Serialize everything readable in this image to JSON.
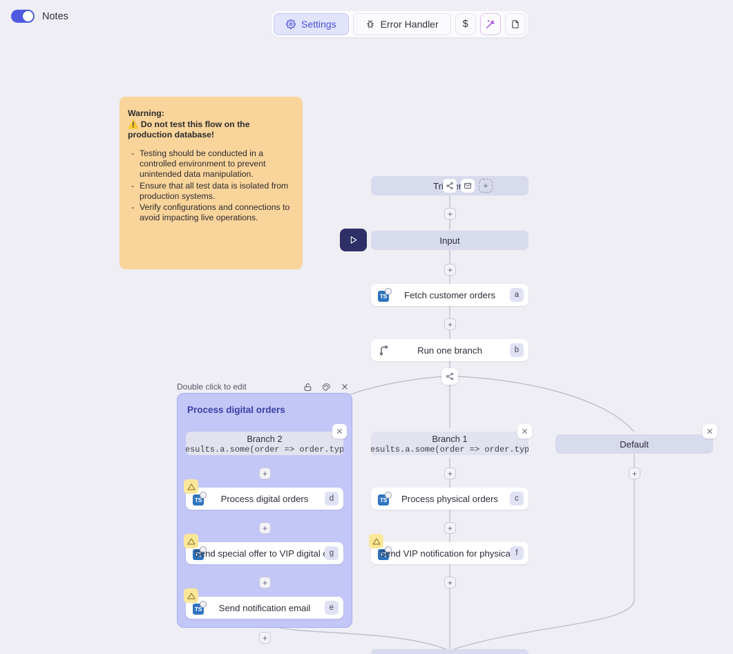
{
  "topbar": {
    "notes_label": "Notes",
    "notes_toggle_on": true,
    "buttons": [
      {
        "label": "Settings",
        "icon": "gear-icon",
        "active": true
      },
      {
        "label": "Error Handler",
        "icon": "bug-icon",
        "active": false
      },
      {
        "label": "$",
        "icon": "dollar-icon",
        "active": false
      },
      {
        "label": "",
        "icon": "magic-wand-icon",
        "active": false
      },
      {
        "label": "",
        "icon": "document-icon",
        "active": false
      }
    ]
  },
  "sticky_note": {
    "heading": "Warning:",
    "subheading": "Do not test this flow on the production database!",
    "warning_icon": "warning-triangle-icon",
    "bullets": [
      "Testing should be conducted in a controlled environment to prevent unintended data manipulation.",
      "Ensure that all test data is isolated from production systems.",
      "Verify configurations and connections to avoid impacting live operations."
    ],
    "color": "#f9d49b"
  },
  "group": {
    "hint": "Double click to edit",
    "title": "Process digital orders",
    "icons": [
      "lock-open-icon",
      "palette-icon",
      "close-icon"
    ],
    "fill": "#c3c7f7"
  },
  "flow": {
    "triggers": {
      "label": "Triggers",
      "icons": [
        "webhook-icon",
        "email-icon"
      ],
      "add": "+"
    },
    "input": {
      "label": "Input"
    },
    "run_button_icon": "play-icon",
    "nodes": [
      {
        "label": "Fetch customer orders",
        "tag": "a",
        "icon": "typescript-icon",
        "warning": false
      },
      {
        "label": "Run one branch",
        "tag": "b",
        "icon": "branch-icon",
        "warning": false
      },
      {
        "label": "Process physical orders",
        "tag": "c",
        "icon": "typescript-icon",
        "warning": false
      },
      {
        "label": "Process digital orders",
        "tag": "d",
        "icon": "typescript-icon",
        "warning": true
      },
      {
        "label": "Send notification email",
        "tag": "e",
        "icon": "typescript-icon",
        "warning": true
      },
      {
        "label": "Send VIP notification for physical...",
        "tag": "f",
        "icon": "typescript-icon",
        "warning": true
      },
      {
        "label": "Send special offer to VIP digital c...",
        "tag": "g",
        "icon": "typescript-icon",
        "warning": true
      }
    ],
    "branches": [
      {
        "name": "Branch 2",
        "condition": "results.a.some(order => order.type"
      },
      {
        "name": "Branch 1",
        "condition": "results.a.some(order => order.type"
      },
      {
        "name": "Default",
        "condition": ""
      }
    ],
    "split_icon": "split-branch-icon",
    "add_step_label": "+",
    "colors": {
      "node_pill": "#d8daed",
      "accent": "#4f5ae0",
      "edge": "#b8b8c6"
    }
  }
}
